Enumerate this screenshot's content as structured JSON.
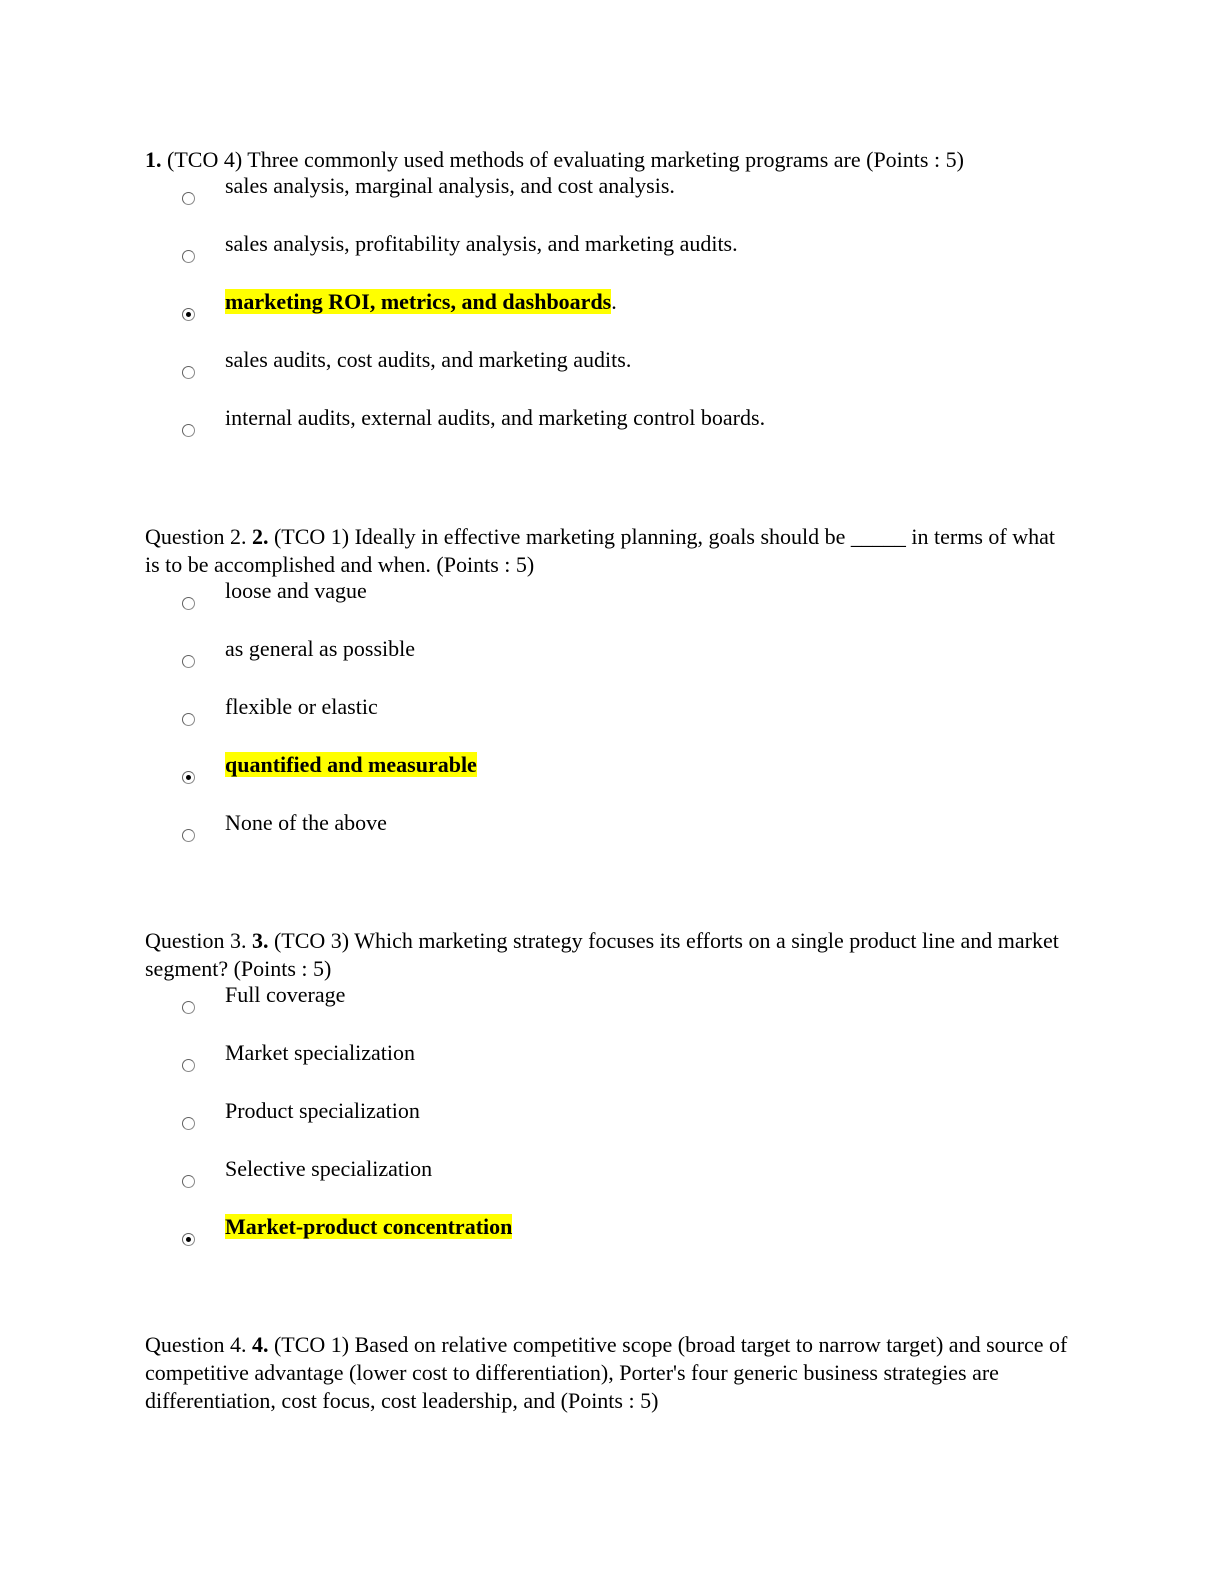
{
  "questions": [
    {
      "prefix": "",
      "number": "1.",
      "text": " (TCO 4) Three commonly used methods of evaluating marketing programs are (Points : 5)",
      "options": [
        {
          "label": "sales analysis, marginal analysis, and cost analysis.",
          "suffix": "",
          "selected": false
        },
        {
          "label": "sales analysis, profitability analysis, and marketing audits.",
          "suffix": "",
          "selected": false
        },
        {
          "label": "marketing ROI, metrics, and dashboards",
          "suffix": ".",
          "selected": true
        },
        {
          "label": "sales audits, cost audits, and marketing audits.",
          "suffix": "",
          "selected": false
        },
        {
          "label": "internal audits, external audits, and marketing control boards.",
          "suffix": "",
          "selected": false
        }
      ]
    },
    {
      "prefix": "Question 2. ",
      "number": "2.",
      "text": " (TCO 1) Ideally in effective marketing planning, goals should be _____ in terms of what is to be accomplished and when. (Points : 5)",
      "options": [
        {
          "label": "loose and vague",
          "suffix": "",
          "selected": false
        },
        {
          "label": "as general as possible",
          "suffix": "",
          "selected": false
        },
        {
          "label": "flexible or elastic",
          "suffix": "",
          "selected": false
        },
        {
          "label": "quantified and measurable",
          "suffix": "",
          "selected": true
        },
        {
          "label": "None of the above",
          "suffix": "",
          "selected": false
        }
      ]
    },
    {
      "prefix": "Question 3. ",
      "number": "3.",
      "text": " (TCO 3) Which marketing strategy focuses its efforts on a single product line and market segment? (Points : 5)",
      "options": [
        {
          "label": "Full coverage",
          "suffix": "",
          "selected": false
        },
        {
          "label": "Market specialization",
          "suffix": "",
          "selected": false
        },
        {
          "label": "Product specialization",
          "suffix": "",
          "selected": false
        },
        {
          "label": "Selective specialization",
          "suffix": "",
          "selected": false
        },
        {
          "label": "Market-product concentration",
          "suffix": "",
          "selected": true
        }
      ]
    },
    {
      "prefix": "Question 4. ",
      "number": "4.",
      "text": " (TCO 1) Based on relative competitive scope (broad target to narrow target) and source of competitive advantage (lower cost to differentiation), Porter's four generic business strategies are differentiation, cost focus, cost leadership, and (Points : 5)",
      "options": []
    }
  ]
}
